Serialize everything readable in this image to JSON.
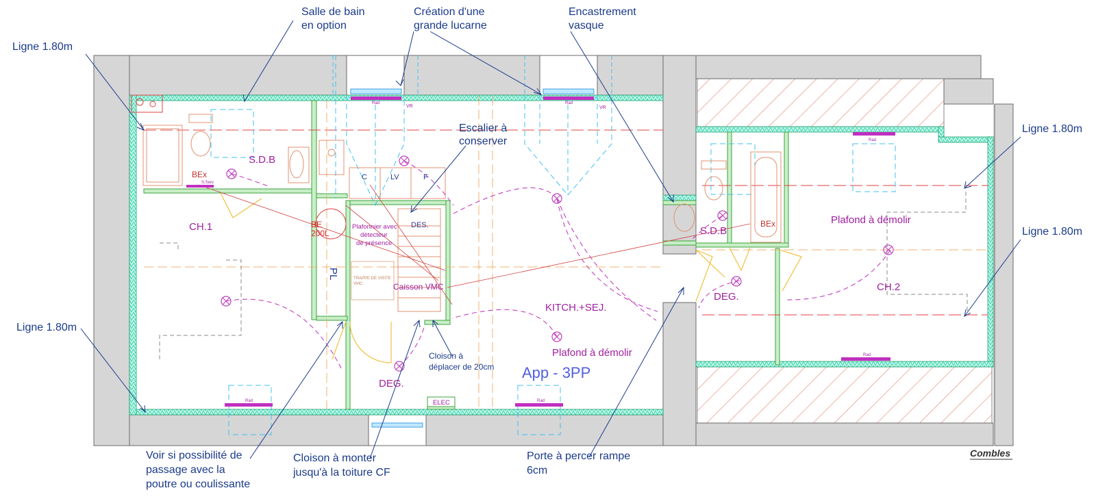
{
  "annotations": {
    "salle_de_bain": [
      "Salle de bain",
      "en option"
    ],
    "lucarne": [
      "Création d'une",
      "grande lucarne"
    ],
    "vasque": [
      "Encastrement",
      "vasque"
    ],
    "ligne_tl": "Ligne 1.80m",
    "ligne_r1": "Ligne 1.80m",
    "ligne_r2": "Ligne 1.80m",
    "ligne_bl": "Ligne 1.80m",
    "escalier": [
      "Escalier à",
      "conserver"
    ],
    "cloison_dep": [
      "Cloison à",
      "déplacer de 20cm"
    ],
    "voir_si": [
      "Voir si possibilité de",
      "passage avec la",
      "poutre ou coulissante"
    ],
    "cloison_monter": [
      "Cloison à monter",
      "jusqu'à la toiture CF"
    ],
    "porte": [
      "Porte à percer rampe",
      "6cm"
    ]
  },
  "rooms": {
    "sdb1": "S.D.B",
    "ch1": "CH.1",
    "kitch": "KITCH.+SEJ.",
    "plafond1": "Plafond à démolir",
    "deg1": "DEG.",
    "sdb2": "S.D.B",
    "deg2": "DEG.",
    "ch2": "CH.2",
    "plafond2": "Plafond à démolir",
    "des": "DES.",
    "caisson": "Caisson VMC",
    "elec": "ELEC",
    "plafonnier": [
      "Plafonnier avec",
      "détecteur",
      "de présence"
    ],
    "bex1": "BEx",
    "bex2": "BEx",
    "be_tank": "BE",
    "be_cap": "200L",
    "c": "C",
    "lv": "LV",
    "f": "F",
    "pl": "PL",
    "trappe": [
      "TRAPPE DE VISITE",
      "VMC"
    ],
    "vr1": "VR",
    "vr2": "VR",
    "rad": "Rad",
    "sserv": "S.Serv"
  },
  "app_label": "App - 3PP",
  "footer": "Combles",
  "colors": {
    "wall": "#d6d6d6",
    "insulation": "#2fe0b8",
    "room_text": "#a020a0",
    "annotation": "#1a3a8a",
    "red_line": "#e04040",
    "orange_line": "#f0b070",
    "blue_dash": "#40c0f0"
  }
}
